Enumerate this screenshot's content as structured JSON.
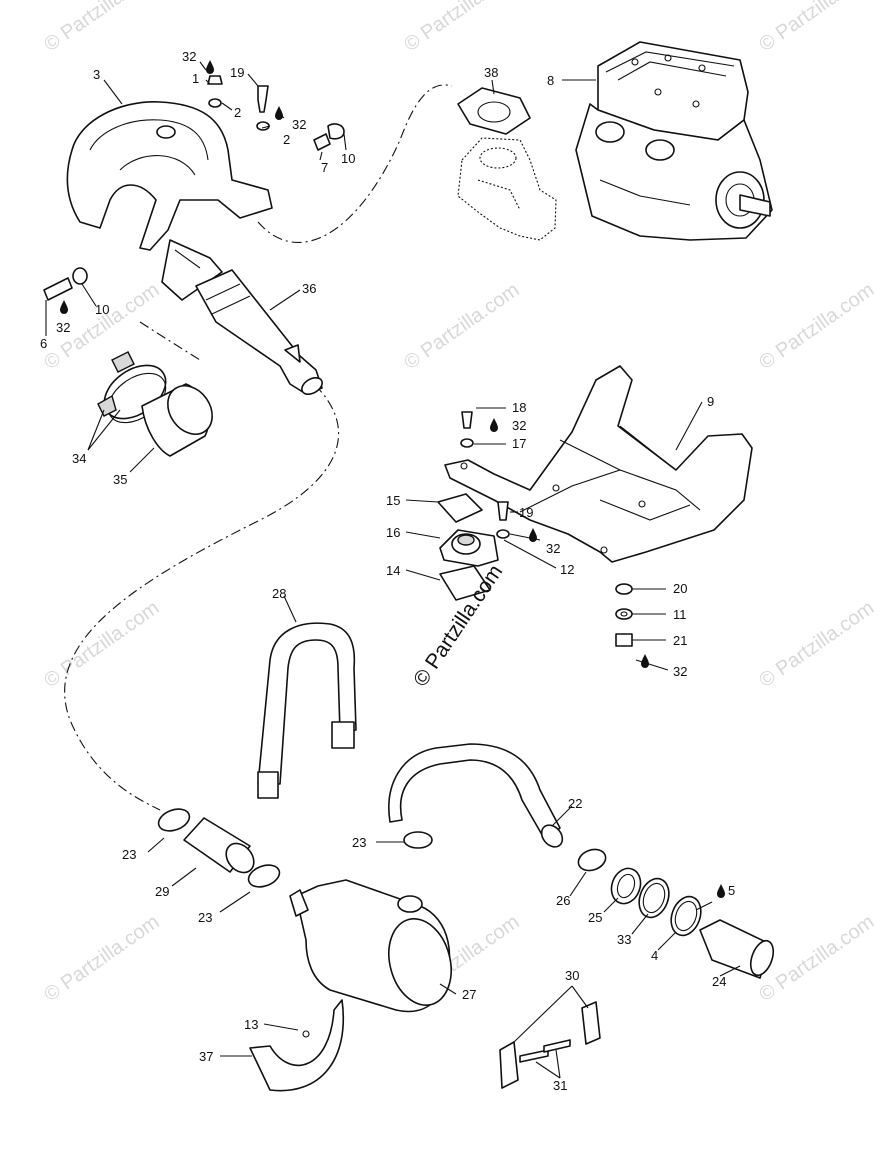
{
  "watermark": {
    "text": "© Partzilla.com",
    "center_text": "© Partzilla.com"
  },
  "labels": {
    "l3": "3",
    "l32a": "32",
    "l1": "1",
    "l2a": "2",
    "l19a": "19",
    "l32b": "32",
    "l2b": "2",
    "l7": "7",
    "l10a": "10",
    "l6": "6",
    "l32c": "32",
    "l10b": "10",
    "l36": "36",
    "l34": "34",
    "l35": "35",
    "l38": "38",
    "l8": "8",
    "l9": "9",
    "l18": "18",
    "l32d": "32",
    "l17": "17",
    "l15": "15",
    "l19b": "19",
    "l16": "16",
    "l32e": "32",
    "l14": "14",
    "l12": "12",
    "l20": "20",
    "l11": "11",
    "l21": "21",
    "l32f": "32",
    "l28": "28",
    "l22": "22",
    "l23a": "23",
    "l23b": "23",
    "l29": "29",
    "l23c": "23",
    "l26": "26",
    "l25": "25",
    "l33": "33",
    "l5": "5",
    "l4": "4",
    "l24": "24",
    "l27": "27",
    "l30": "30",
    "l13": "13",
    "l37": "37",
    "l31": "31"
  }
}
